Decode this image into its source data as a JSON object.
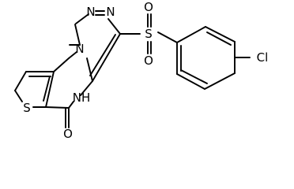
{
  "molecule": {
    "atoms": {
      "s_thiophene": "S",
      "n_bridge": "N",
      "n_triazole_1": "N",
      "n_triazole_2": "N",
      "s_sulfonyl": "S",
      "o_sulfonyl_top": "O",
      "o_sulfonyl_bottom": "O",
      "nh_ring": "NH",
      "o_carbonyl": "O",
      "cl": "Cl"
    }
  }
}
